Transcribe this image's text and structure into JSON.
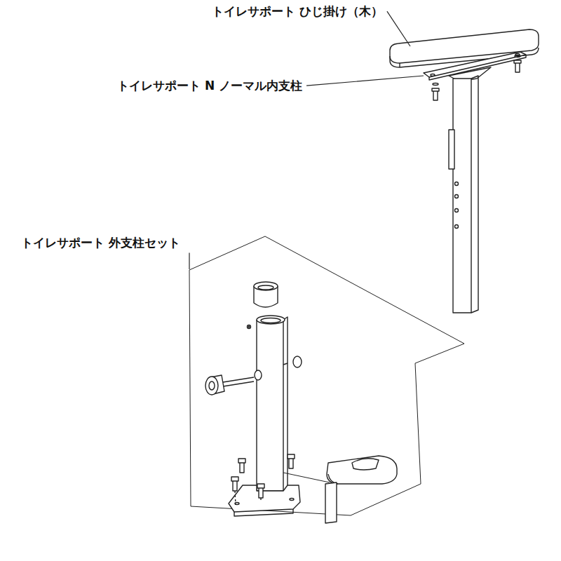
{
  "diagram": {
    "labels": [
      "トイレサポート ひじ掛け（木）",
      "トイレサポート N ノーマル内支柱",
      "トイレサポート 外支柱セット"
    ]
  }
}
